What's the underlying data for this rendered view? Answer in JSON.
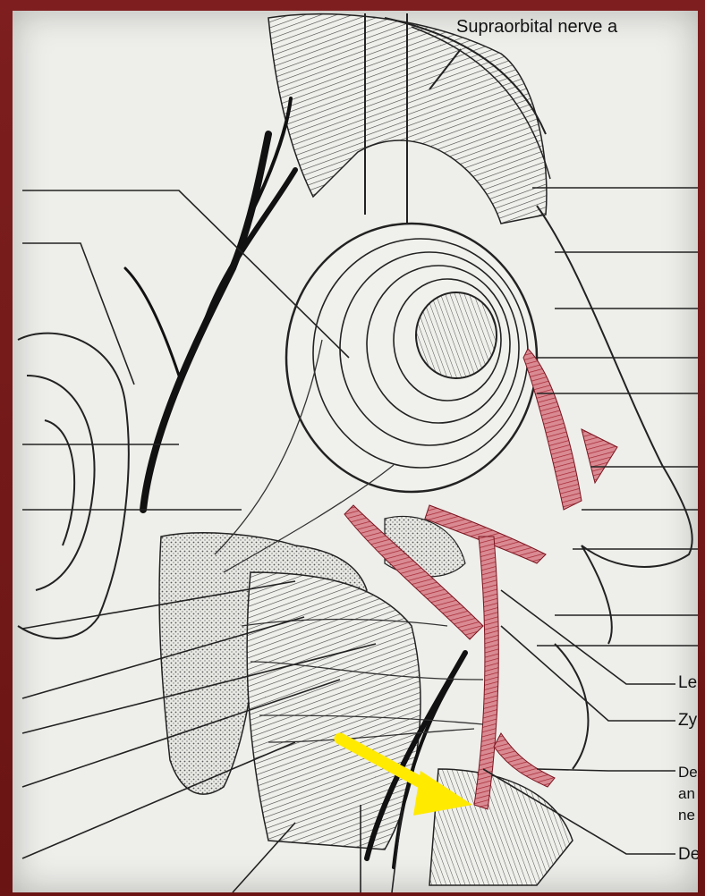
{
  "page": {
    "frame_color": "#7a1a1a",
    "paper_color": "#eeeeea",
    "ink_color": "#111111",
    "muscle_color": "#b5343f",
    "arrow_color": "#ffea00"
  },
  "labels": {
    "supraorbital": "Supraorbital nerve a",
    "le": "Le",
    "zy": "Zy",
    "de_multi_1": "De",
    "de_multi_2": "an",
    "de_multi_3": "ne",
    "de_bottom": "De"
  },
  "icons": {
    "arrow": "yellow-arrow-icon"
  }
}
